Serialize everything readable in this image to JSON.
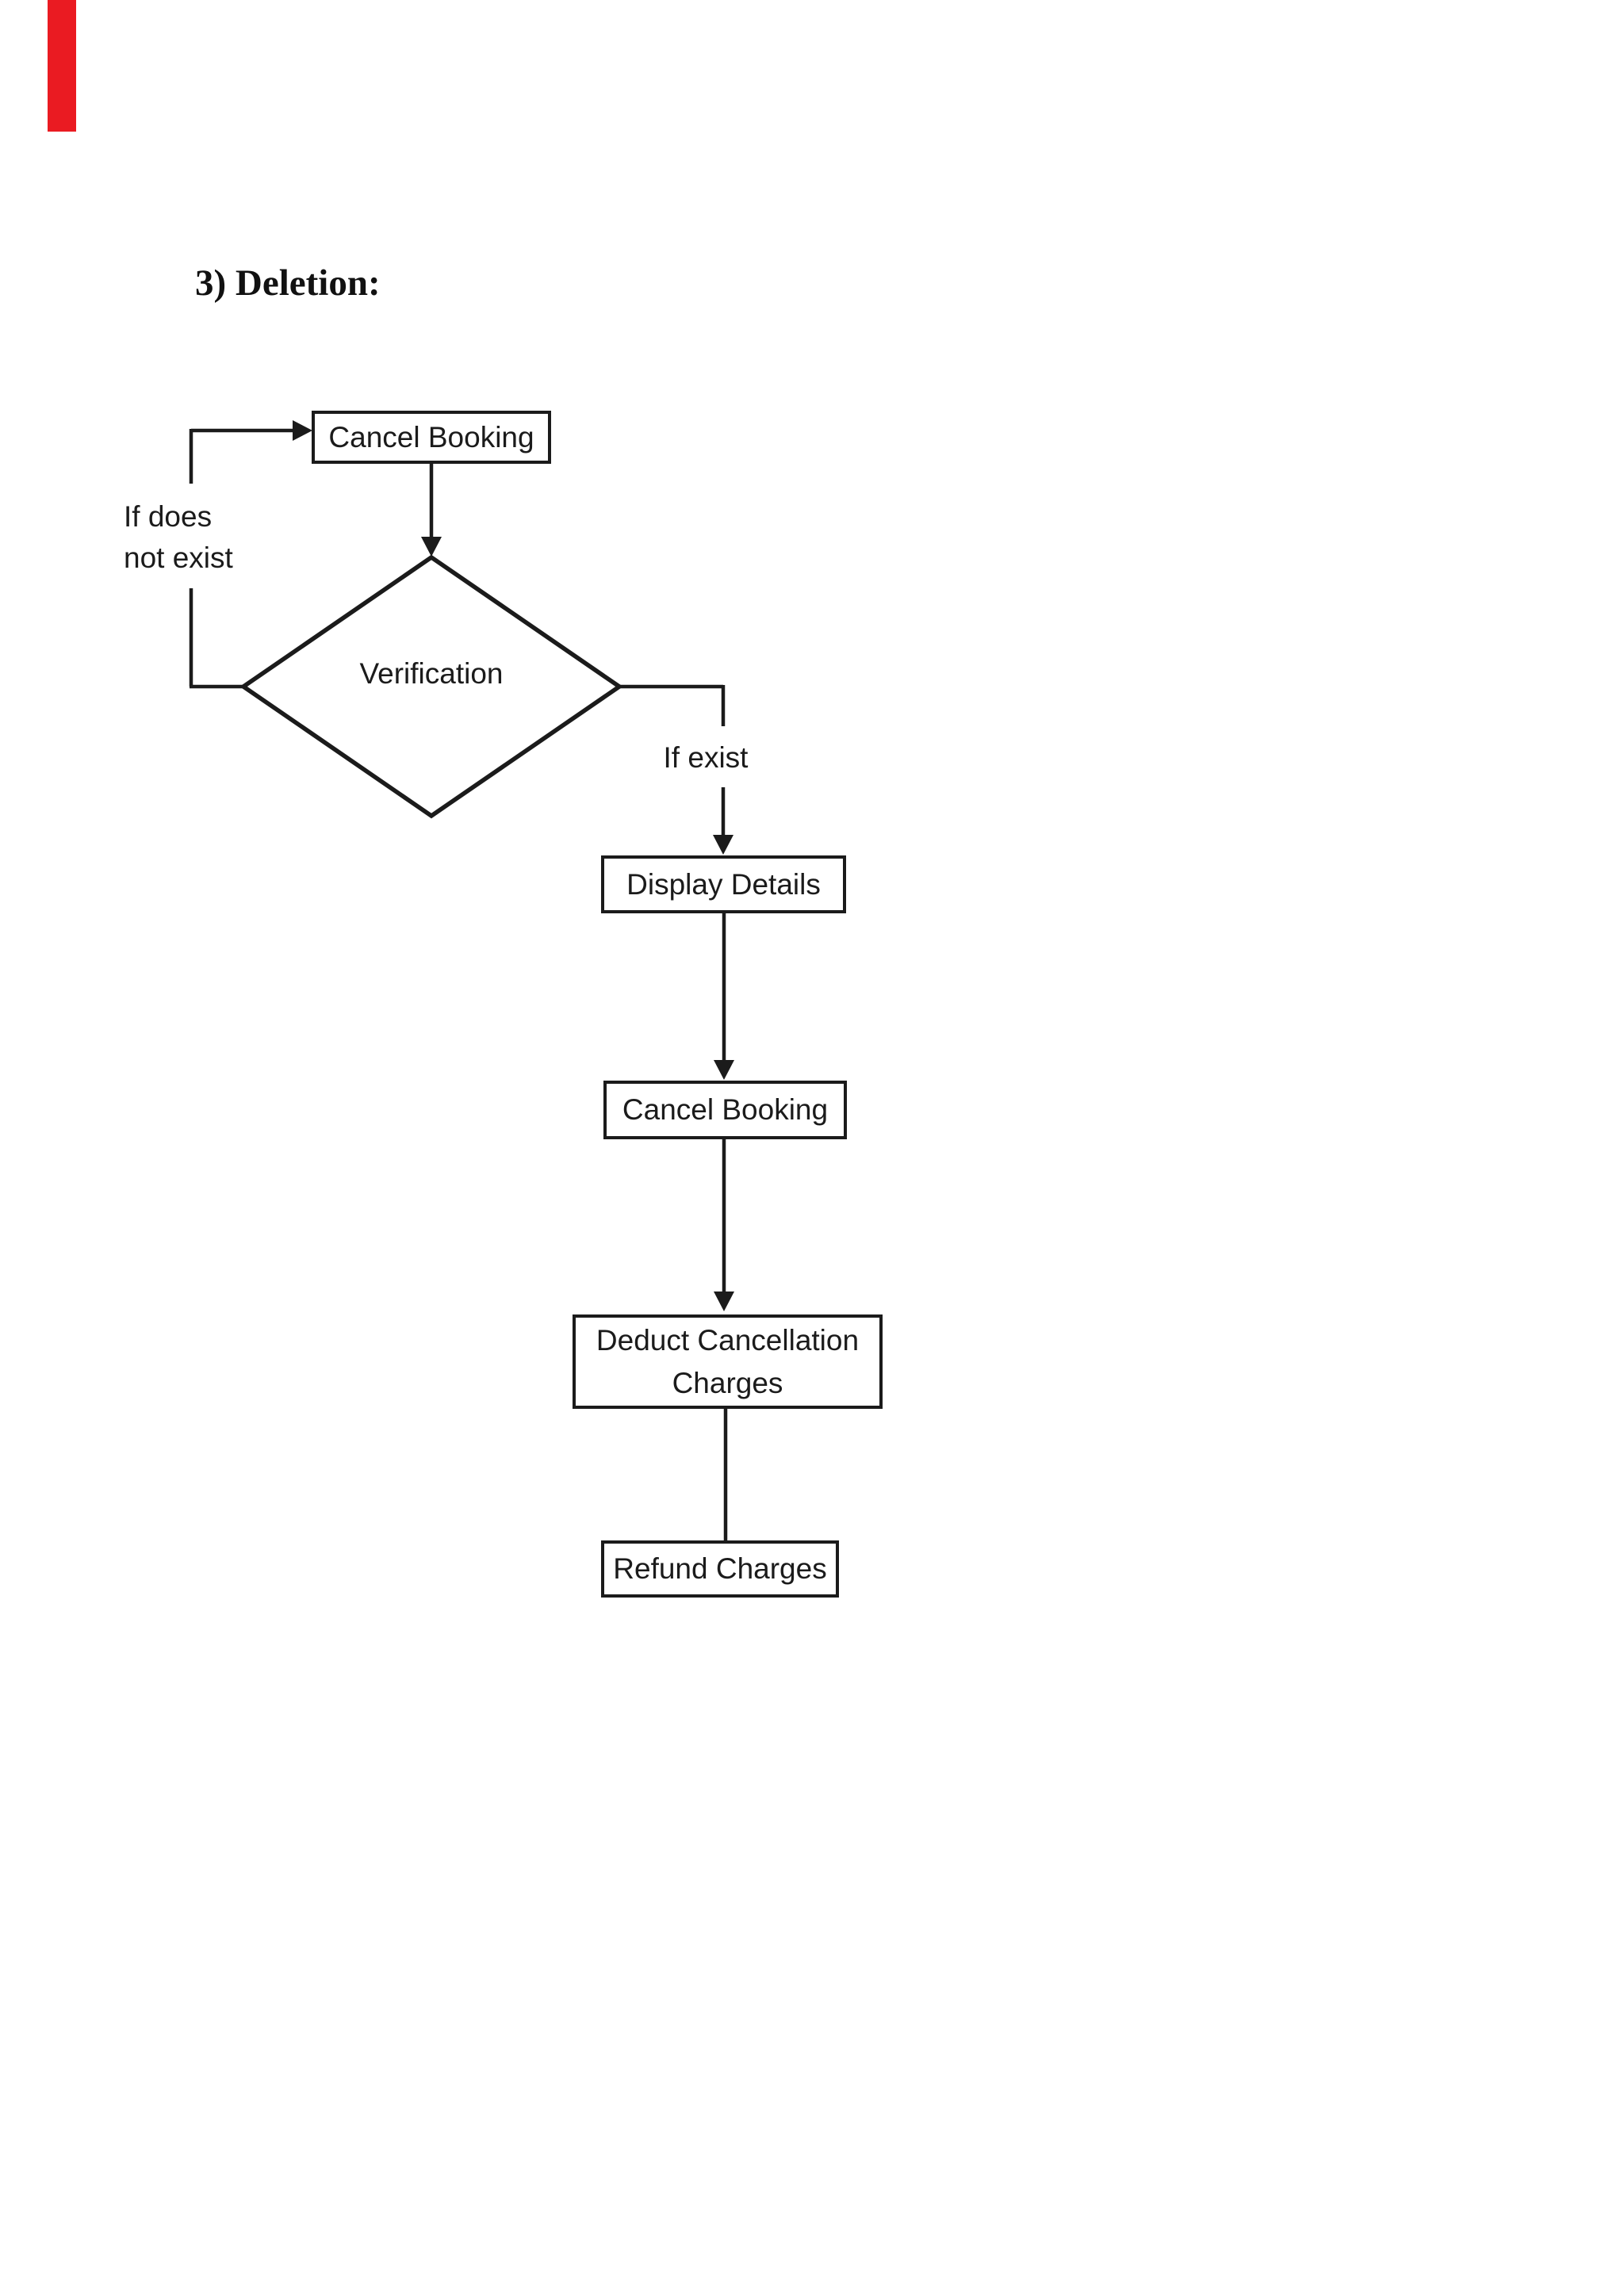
{
  "page": {
    "title": "3) Deletion:"
  },
  "colors": {
    "ink": "#1b1b1b",
    "red_margin_bar": "#ea1b22",
    "background": "#ffffff"
  },
  "flowchart": {
    "node_cancel_booking_top": "Cancel Booking",
    "node_verification": "Verification",
    "node_display_details": "Display Details",
    "node_cancel_booking_confirm": "Cancel Booking",
    "node_deduct_line1": "Deduct Cancellation",
    "node_deduct_line2": "Charges",
    "node_refund": "Refund Charges",
    "label_if_does_not_exist_line1": "If does",
    "label_if_does_not_exist_line2": "not exist",
    "label_if_exist": "If exist"
  }
}
